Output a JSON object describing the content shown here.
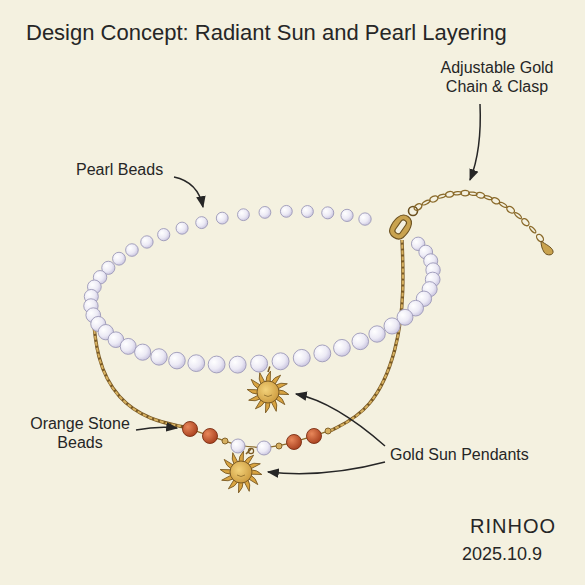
{
  "diagram": {
    "title": "Design Concept: Radiant Sun and Pearl Layering",
    "labels": [
      "Pearl Beads",
      "Adjustable Gold Chain & Clasp",
      "Orange Stone Beads",
      "Gold Sun Pendants",
      "RINHOO",
      "2025.10.9"
    ]
  }
}
